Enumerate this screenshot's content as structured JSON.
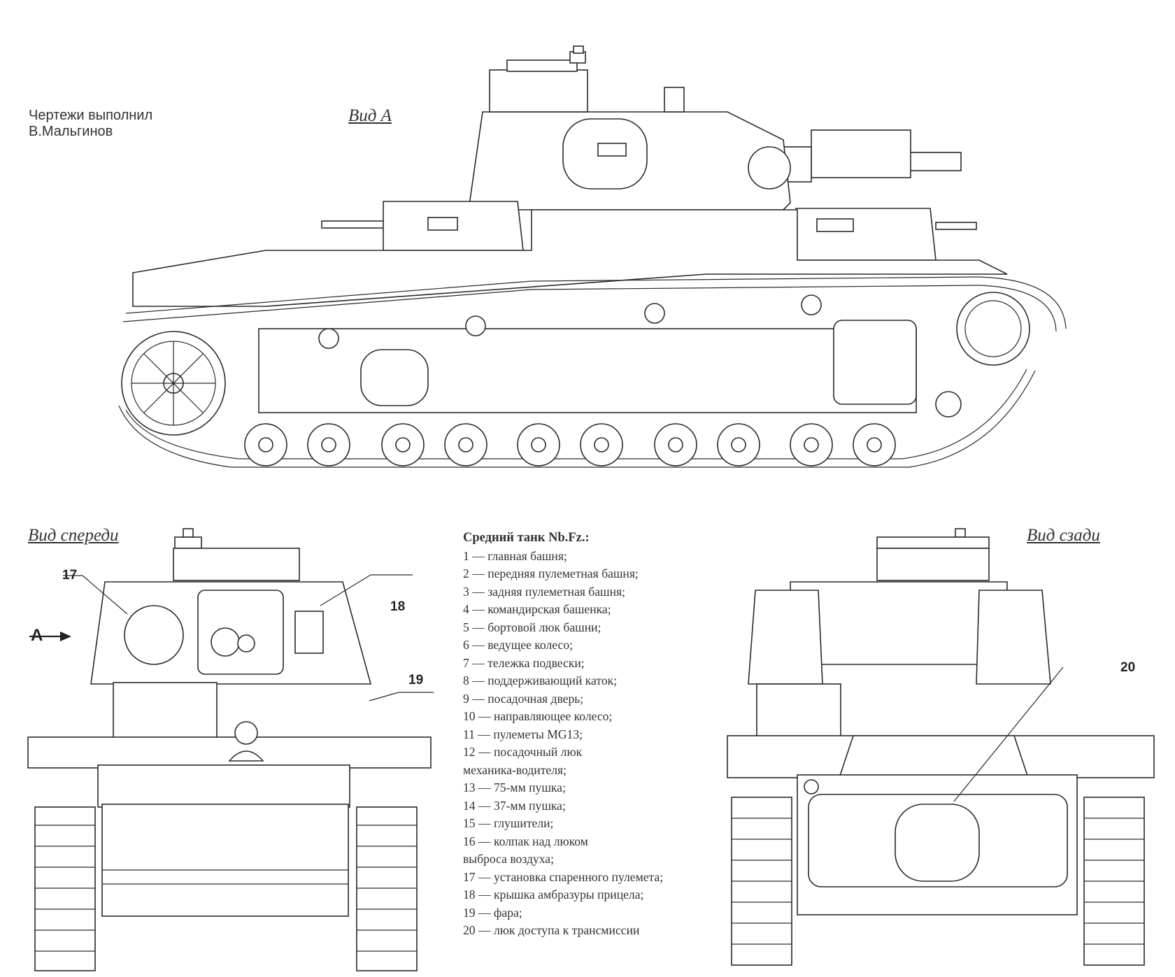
{
  "credit": {
    "line1": "Чертежи выполнил",
    "line2": "В.Мальгинов"
  },
  "views": {
    "side": "Вид А",
    "front": "Вид спереди",
    "rear": "Вид сзади"
  },
  "direction_arrow": "А",
  "callouts": {
    "c17": "17",
    "c18": "18",
    "c19": "19",
    "c20": "20"
  },
  "legend": {
    "title": "Средний танк Nb.Fz.:",
    "items": [
      "1 — главная башня;",
      "2 — передняя пулеметная башня;",
      "3 — задняя пулеметная башня;",
      "4 — командирская башенка;",
      "5 — бортовой люк башни;",
      "6 — ведущее колесо;",
      "7 — тележка подвески;",
      "8 — поддерживающий каток;",
      "9 — посадочная дверь;",
      "10 — направляющее колесо;",
      "11 — пулеметы MG13;",
      "12 — посадочный люк",
      "механика-водителя;",
      "13 — 75-мм пушка;",
      "14 — 37-мм пушка;",
      "15 — глушители;",
      "16 — колпак над люком",
      "выброса воздуха;",
      "17 — установка спаренного пулемета;",
      "18 — крышка амбразуры прицела;",
      "19 — фара;",
      "20 — люк доступа к трансмиссии"
    ]
  }
}
